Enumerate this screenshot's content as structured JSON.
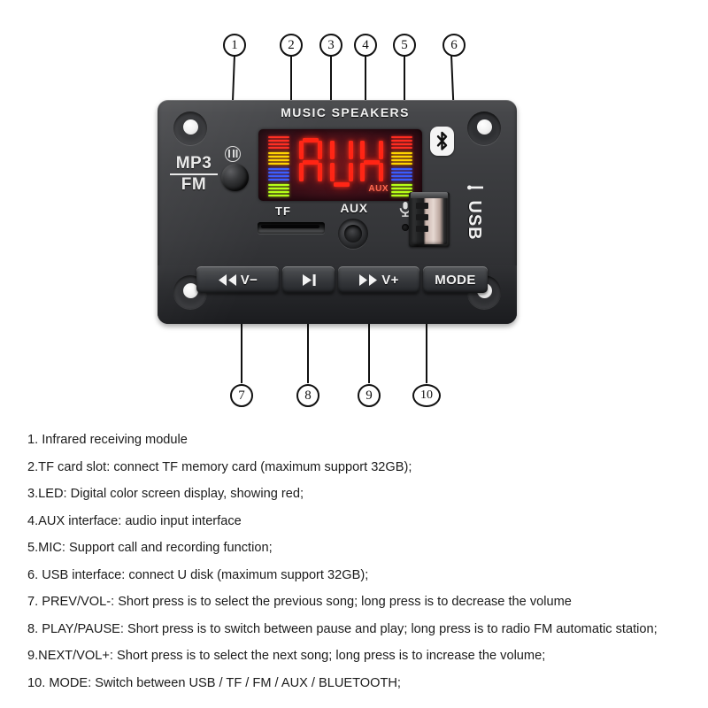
{
  "product": {
    "brand_text": "MUSIC SPEAKERS",
    "left_label_line1": "MP3",
    "left_label_line2": "FM",
    "tf_label": "TF",
    "aux_label": "AUX",
    "usb_label": "USB",
    "display": {
      "text": "AUX",
      "mode_tag": "AUX",
      "color": "#ff2616",
      "bar_colors": [
        "#ff2d21",
        "#ffd400",
        "#3b5cff",
        "#b6ff18"
      ]
    },
    "buttons": [
      {
        "id": "prev-vol-down",
        "icon": "prev-track-icon",
        "label": "V−"
      },
      {
        "id": "play-pause",
        "icon": "play-pause-icon",
        "label": ""
      },
      {
        "id": "next-vol-up",
        "icon": "next-track-icon",
        "label": "V+"
      },
      {
        "id": "mode",
        "icon": "",
        "label": "MODE"
      }
    ]
  },
  "callouts": [
    {
      "n": "①",
      "num": 1
    },
    {
      "n": "②",
      "num": 2
    },
    {
      "n": "③",
      "num": 3
    },
    {
      "n": "④",
      "num": 4
    },
    {
      "n": "⑤",
      "num": 5
    },
    {
      "n": "⑥",
      "num": 6
    },
    {
      "n": "⑦",
      "num": 7
    },
    {
      "n": "⑧",
      "num": 8
    },
    {
      "n": "⑨",
      "num": 9
    },
    {
      "n": "⑩",
      "num": 10
    }
  ],
  "callout_labels": {
    "c1": "1",
    "c2": "2",
    "c3": "3",
    "c4": "4",
    "c5": "5",
    "c6": "6",
    "c7": "7",
    "c8": "8",
    "c9": "9",
    "c10": "10"
  },
  "description": {
    "items": [
      "1. Infrared receiving module",
      "2.TF card slot: connect TF memory card (maximum support 32GB);",
      "3.LED: Digital color screen display, showing red;",
      "4.AUX interface: audio input interface",
      "5.MIC: Support call and recording function;",
      "6. USB interface: connect U disk (maximum support 32GB);",
      "7. PREV/VOL-: Short press is to select the previous song; long press is to decrease the volume",
      "8. PLAY/PAUSE: Short press is to switch between pause and play; long press is to radio FM automatic station;",
      "9.NEXT/VOL+: Short press is to select the next song; long press is to increase the volume;",
      "10. MODE: Switch between USB / TF / FM / AUX / BLUETOOTH;"
    ]
  }
}
